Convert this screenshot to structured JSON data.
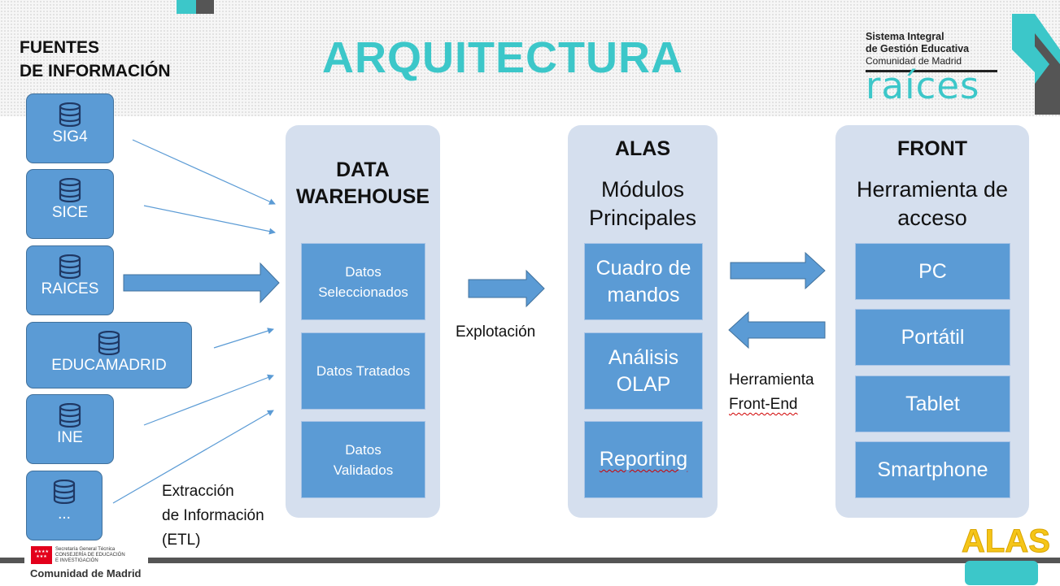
{
  "slide": {
    "title": "ARQUITECTURA",
    "sources_title": [
      "FUENTES",
      "DE INFORMACIÓN"
    ]
  },
  "logo": {
    "line1": "Sistema Integral",
    "line2": "de Gestión Educativa",
    "line3": "Comunidad de Madrid",
    "word": "raíces"
  },
  "sources": [
    {
      "label": "SIG4",
      "icon": "database-icon"
    },
    {
      "label": "SICE",
      "icon": "database-icon"
    },
    {
      "label": "RAICES",
      "icon": "database-icon"
    },
    {
      "label": "EDUCAMADRID",
      "icon": "database-icon"
    },
    {
      "label": "INE",
      "icon": "database-icon"
    },
    {
      "label": "...",
      "icon": "database-icon"
    }
  ],
  "etl_label": [
    "Extracción",
    "de Información",
    "(ETL)"
  ],
  "data_warehouse": {
    "title": [
      "DATA",
      "WAREHOUSE"
    ],
    "items": [
      [
        "Datos",
        "Seleccionados"
      ],
      [
        "Datos Tratados"
      ],
      [
        "Datos",
        "Validados"
      ]
    ]
  },
  "explotacion_label": "Explotación",
  "alas": {
    "title": "ALAS",
    "subtitle": [
      "Módulos",
      "Principales"
    ],
    "items": [
      [
        "Cuadro de",
        "mandos"
      ],
      [
        "Análisis",
        "OLAP"
      ],
      [
        "Reporting"
      ]
    ]
  },
  "front_end_label": [
    "Herramienta",
    "Front-End"
  ],
  "front": {
    "title": "FRONT",
    "subtitle": [
      "Herramienta de",
      "acceso"
    ],
    "items": [
      "PC",
      "Portátil",
      "Tablet",
      "Smartphone"
    ]
  },
  "footer": {
    "org_line1": "Secretaría General Técnica",
    "org_line2": "CONSEJERÍA DE EDUCACIÓN",
    "org_line3": "E INVESTIGACIÓN",
    "org_name": "Comunidad de Madrid",
    "badge": "ALAS"
  },
  "colors": {
    "accent_teal": "#3cc7c9",
    "box_blue": "#5b9bd5",
    "panel_bg": "#d5dfee",
    "badge_yellow": "#f5c518"
  }
}
